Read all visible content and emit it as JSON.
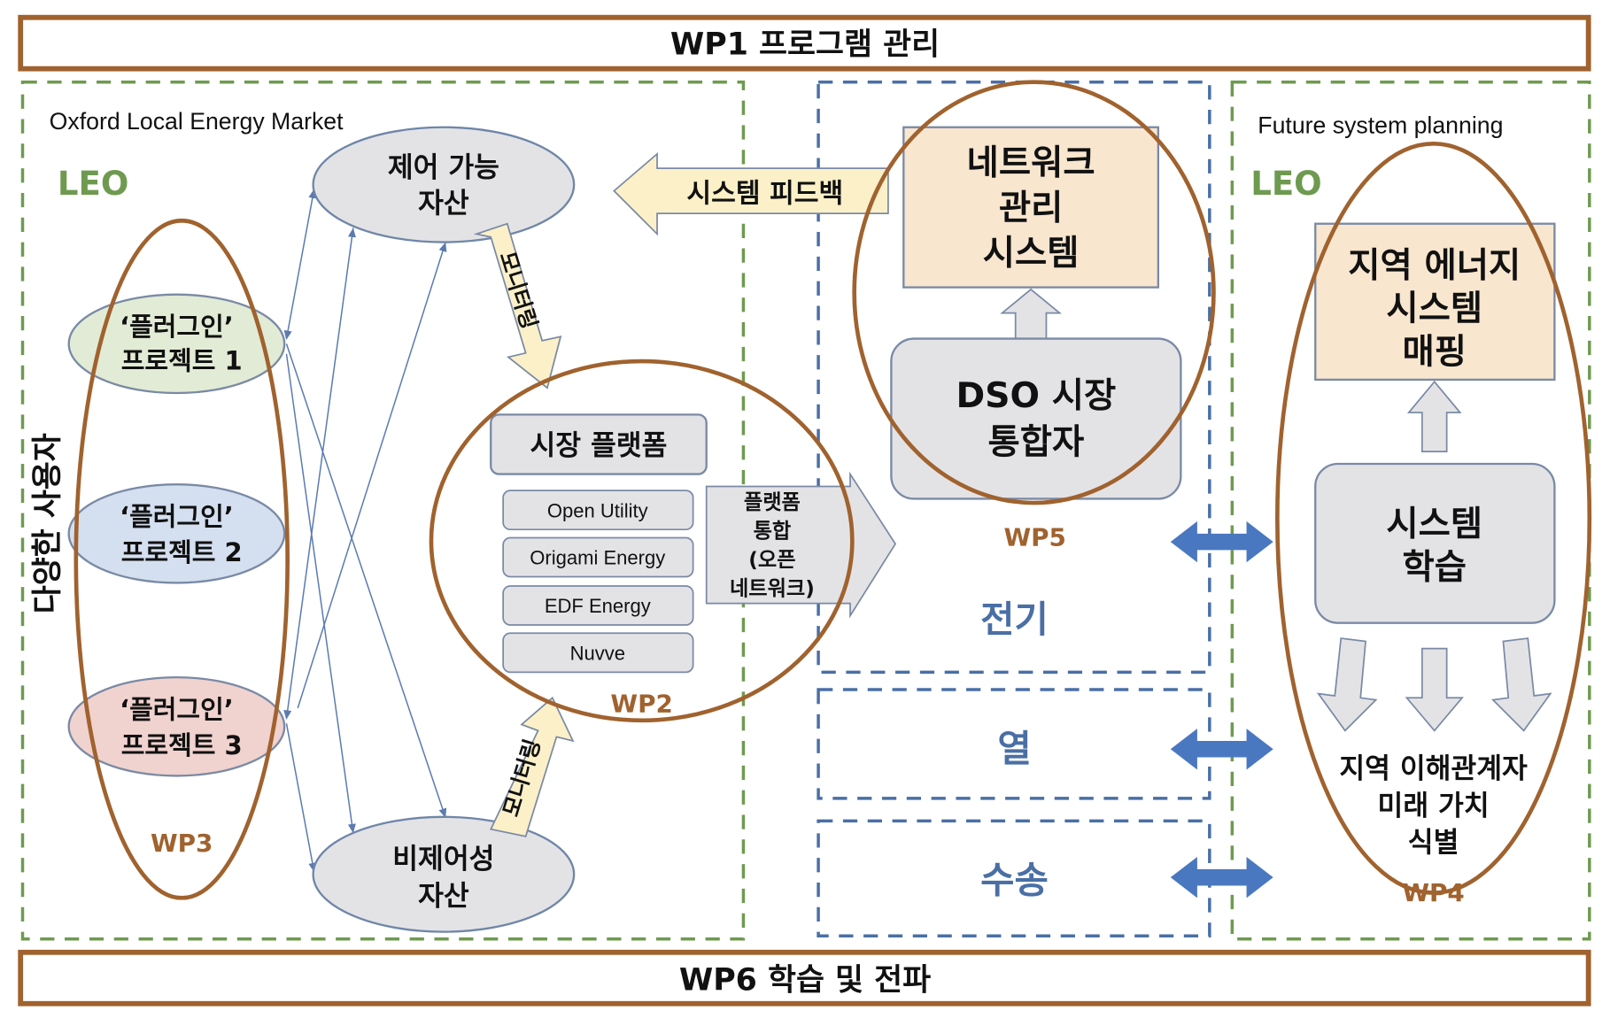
{
  "header": {
    "title": "WP1 프로그램 관리"
  },
  "footer": {
    "title": "WP6 학습 및 전파"
  },
  "colors": {
    "brown": "#a0622e",
    "green": "#6e9a50",
    "blue": "#4a6fa5",
    "gray_fill": "#e3e3e6",
    "peach": "#f8e6cf",
    "yellow": "#fbf0c8"
  },
  "left_panel": {
    "subtitle": "Oxford Local Energy Market",
    "leo": "LEO",
    "users_label": "다양한 사용자",
    "projects": [
      {
        "line1": "‘플러그인’",
        "line2": "프로젝트 1"
      },
      {
        "line1": "‘플러그인’",
        "line2": "프로젝트 2"
      },
      {
        "line1": "‘플러그인’",
        "line2": "프로젝트 3"
      }
    ],
    "wp3": "WP3",
    "controllable": {
      "line1": "제어 가능",
      "line2": "자산"
    },
    "uncontrollable": {
      "line1": "비제어성",
      "line2": "자산"
    },
    "monitoring_top": "모니터링",
    "monitoring_bottom": "모니터링",
    "market_platform": "시장 플랫폼",
    "platforms": [
      "Open Utility",
      "Origami Energy",
      "EDF Energy",
      "Nuvve"
    ],
    "integration": [
      "플랫폼",
      "통합",
      "(오픈",
      "네트워크)"
    ],
    "wp2": "WP2"
  },
  "middle_panel": {
    "feedback": "시스템 피드백",
    "nms": [
      "네트워크",
      "관리",
      "시스템"
    ],
    "dso": [
      "DSO 시장",
      "통합자"
    ],
    "wp5": "WP5",
    "electricity": "전기",
    "heat": "열",
    "transport": "수송"
  },
  "right_panel": {
    "subtitle": "Future system planning",
    "leo": "LEO",
    "mapping": [
      "지역 에너지",
      "시스템",
      "매핑"
    ],
    "learning": [
      "시스템",
      "학습"
    ],
    "outcome": [
      "지역 이해관계자",
      "미래 가치",
      "식별"
    ],
    "wp4": "WP4"
  }
}
